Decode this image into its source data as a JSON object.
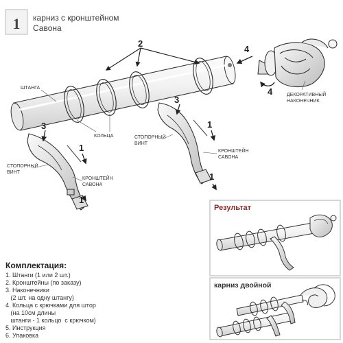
{
  "header": {
    "step_number": "1",
    "title_line1": "карниз с кронштейном",
    "title_line2": "Савона"
  },
  "step_numbers": {
    "rings": "2",
    "finial_top": "4",
    "finial_bottom": "4",
    "bracket_left_top": "3",
    "bracket_left_screw": "1",
    "bracket_left_bottom": "1",
    "bracket_right_top": "3",
    "bracket_right_screw": "1",
    "bracket_right_bottom": "1"
  },
  "labels": {
    "rod": "ШТАНГА",
    "rings": "КОЛЬЦА",
    "finial_line1": "ДЕКОРАТИВНЫЙ",
    "finial_line2": "НАКОНЕЧНИК",
    "stop_screw_left_line1": "СТОПОРНЫЙ",
    "stop_screw_left_line2": "ВИНТ",
    "bracket_left_line1": "КРОНШТЕЙН",
    "bracket_left_line2": "САВОНА",
    "stop_screw_right_line1": "СТОПОРНЫЙ",
    "stop_screw_right_line2": "ВИНТ",
    "bracket_right_line1": "КРОНШТЕЙН",
    "bracket_right_line2": "САВОНА"
  },
  "result": {
    "title": "Результат"
  },
  "double": {
    "title": "карниз двойной"
  },
  "kit": {
    "title": "Комплектация:",
    "items": [
      "1. Штанги (1 или 2 шт.)",
      "2. Кронштейны (по заказу)",
      "3. Наконечники",
      "   (2 шт. на одну штангу)",
      "4. Кольца с крючками для штор",
      "   (на 10см длины",
      "   штанги - 1 кольцо  с крючком)",
      "5. Инструкция",
      "6. Упаковка"
    ]
  },
  "colors": {
    "line": "#333333",
    "metal_light": "#f4f4f4",
    "metal_shade": "#c8c8c8",
    "result_title": "#8a2a2a",
    "panel_border": "#c9c9c9"
  }
}
